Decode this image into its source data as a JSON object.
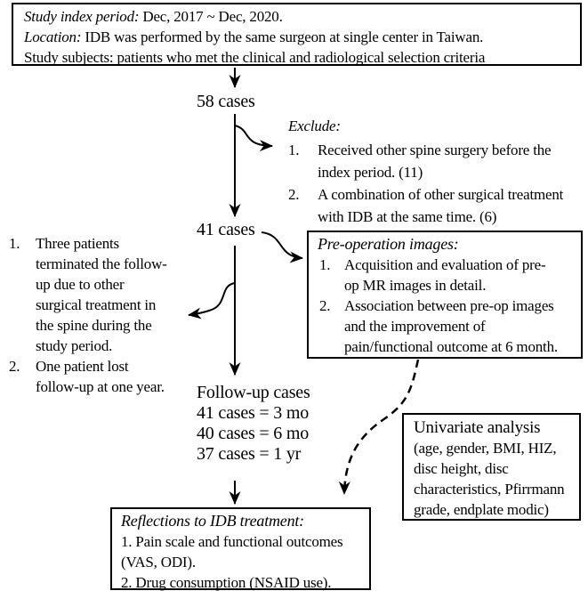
{
  "colors": {
    "ink": "#000000",
    "background": "#ffffff"
  },
  "top_box": {
    "line1_label": "Study index period:",
    "line1_text": " Dec, 2017 ~ Dec, 2020.",
    "line2_label": "Location:",
    "line2_text": " IDB was performed by the same surgeon at single center in Taiwan.",
    "line3_text": "Study subjects: patients who met the clinical and radiological selection criteria"
  },
  "nodes": {
    "cases_58": "58 cases",
    "cases_41": "41 cases"
  },
  "exclude": {
    "heading": "Exclude:",
    "items": [
      {
        "num": "1.",
        "text": "Received other spine surgery before the\nindex period. (11)"
      },
      {
        "num": "2.",
        "text": "A combination of other surgical treatment\nwith IDB at the same time. (6)"
      }
    ]
  },
  "left_notes": {
    "items": [
      {
        "num": "1.",
        "text": "Three patients\nterminated the follow-\nup due to other\nsurgical treatment in\nthe spine during the\nstudy period."
      },
      {
        "num": "2.",
        "text": "One patient lost\nfollow-up at one year."
      }
    ]
  },
  "preop_box": {
    "heading": "Pre-operation images:",
    "items": [
      {
        "num": "1.",
        "text": "Acquisition and evaluation of pre-\nop MR images in detail."
      },
      {
        "num": "2.",
        "text": "Association between pre-op images\nand the improvement of\npain/functional outcome at 6 month."
      }
    ]
  },
  "followup": {
    "heading": "Follow-up cases",
    "line1": "41 cases = 3 mo",
    "line2": "40 cases = 6 mo",
    "line3": "37 cases = 1 yr"
  },
  "univariate_box": {
    "heading": "Univariate analysis",
    "text": "(age, gender, BMI, HIZ,\ndisc height, disc\ncharacteristics, Pfirrmann\ngrade, endplate modic)"
  },
  "reflections_box": {
    "heading": "Reflections to IDB treatment:",
    "text": "1. Pain scale and functional outcomes\n(VAS, ODI).\n2. Drug consumption (NSAID use)."
  }
}
